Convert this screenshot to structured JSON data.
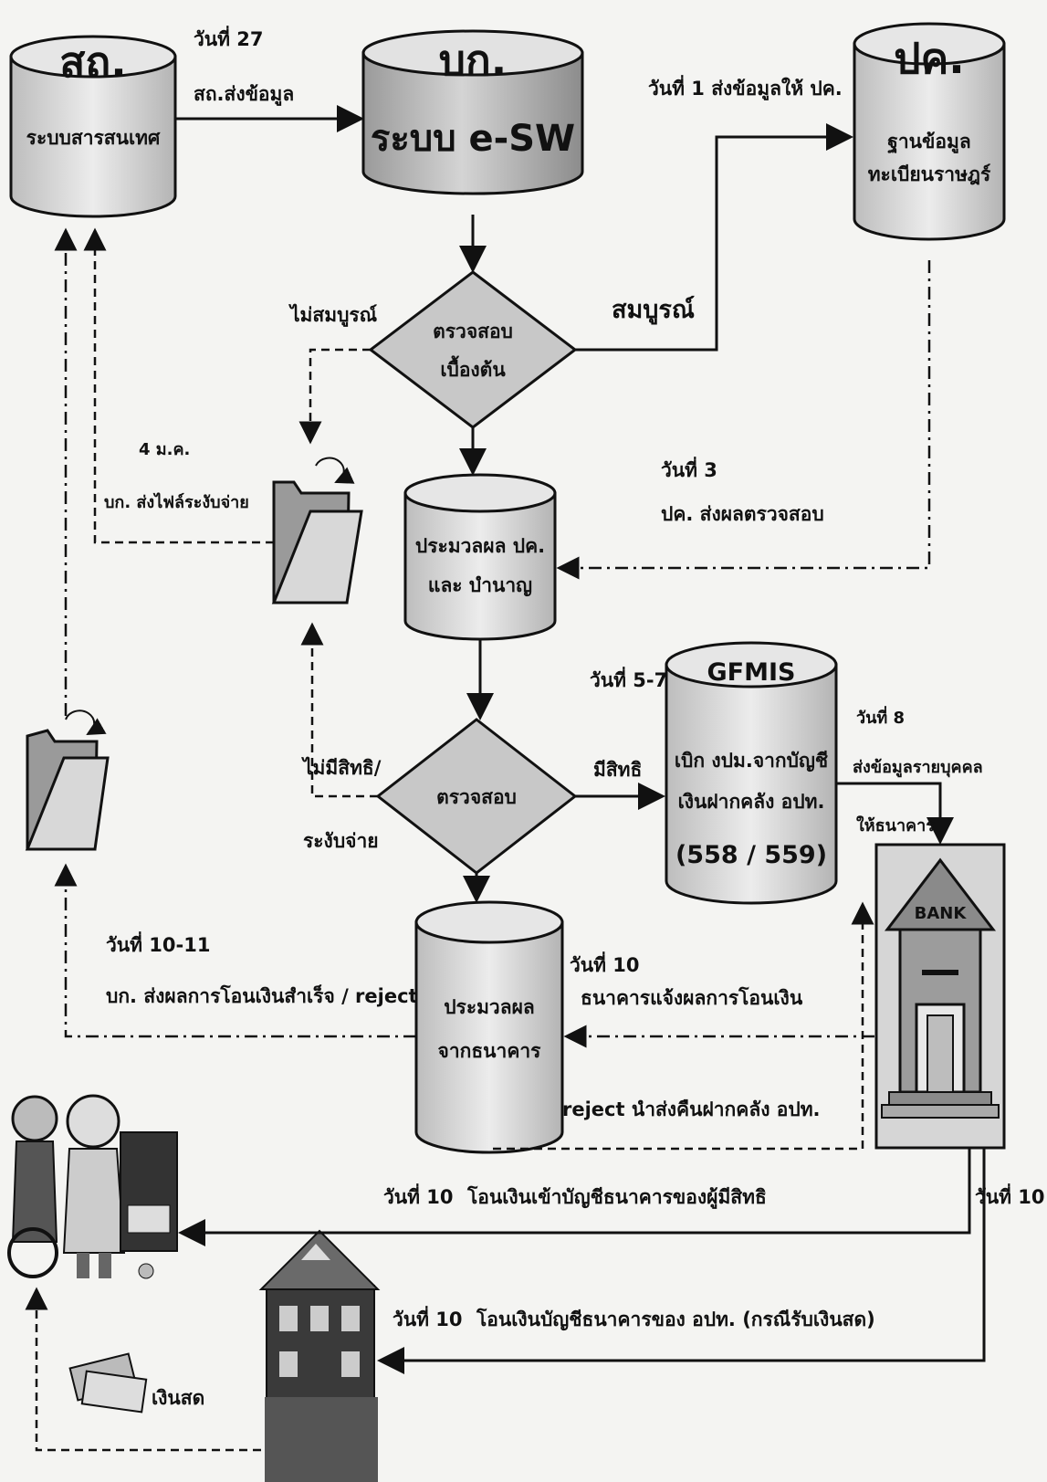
{
  "nodes": {
    "sd": {
      "title": "สถ.",
      "label": "ระบบสารสนเทศ"
    },
    "bk": {
      "title": "บก.",
      "label": "ระบบ e-SW"
    },
    "pk": {
      "title": "ปค.",
      "label_line1": "ฐานข้อมูล",
      "label_line2": "ทะเบียนราษฎร์"
    },
    "check1": {
      "line1": "ตรวจสอบ",
      "line2": "เบื้องต้น"
    },
    "process1": {
      "line1": "ประมวลผล ปค.",
      "line2": "และ บำนาญ"
    },
    "check2": {
      "label": "ตรวจสอบ"
    },
    "gfmis": {
      "title": "GFMIS",
      "line1": "เบิก งปม.จากบัญชี",
      "line2": "เงินฝากคลัง อปท.",
      "line3": "(558 / 559)"
    },
    "process2": {
      "line1": "ประมวลผล",
      "line2": "จากธนาคาร"
    },
    "bank": {
      "sign": "BANK"
    }
  },
  "edges": {
    "sd_to_bk": {
      "line1": "วันที่ 27",
      "line2": "สถ.ส่งข้อมูล"
    },
    "bk_to_pk": {
      "label": "วันที่ 1  ส่งข้อมูลให้ ปค."
    },
    "complete": {
      "label": "สมบูรณ์"
    },
    "incomplete": {
      "label": "ไม่สมบูรณ์"
    },
    "suspend_file": {
      "line1": "4 ม.ค.",
      "line2": "บก. ส่งไฟล์ระงับจ่าย"
    },
    "pk_result": {
      "line1": "วันที่ 3",
      "line2": "ปค. ส่งผลตรวจสอบ"
    },
    "eligible": {
      "label": "มีสิทธิ"
    },
    "not_eligible": {
      "line1": "ไม่มีสิทธิ/",
      "line2": "ระงับจ่าย"
    },
    "gfmis_date": {
      "label": "วันที่ 5-7"
    },
    "to_bank": {
      "line1": "วันที่ 8",
      "line2": "ส่งข้อมูลรายบุคคล",
      "line3": "ให้ธนาคาร"
    },
    "transfer_result": {
      "line1": "วันที่ 10-11",
      "line2": "บก. ส่งผลการโอนเงินสำเร็จ / reject"
    },
    "bank_notify": {
      "line1": "วันที่ 10",
      "line2": "ธนาคารแจ้งผลการโอนเงิน"
    },
    "reject_return": {
      "label": "reject นำส่งคืนฝากคลัง อปท."
    },
    "transfer_beneficiary": {
      "date": "วันที่ 10",
      "text": "โอนเงินเข้าบัญชีธนาคารของผู้มีสิทธิ"
    },
    "bank_day": {
      "label": "วันที่ 10"
    },
    "transfer_local": {
      "date": "วันที่ 10",
      "text": "โอนเงินบัญชีธนาคารของ อปท. (กรณีรับเงินสด)"
    },
    "cash": {
      "label": "เงินสด"
    }
  }
}
